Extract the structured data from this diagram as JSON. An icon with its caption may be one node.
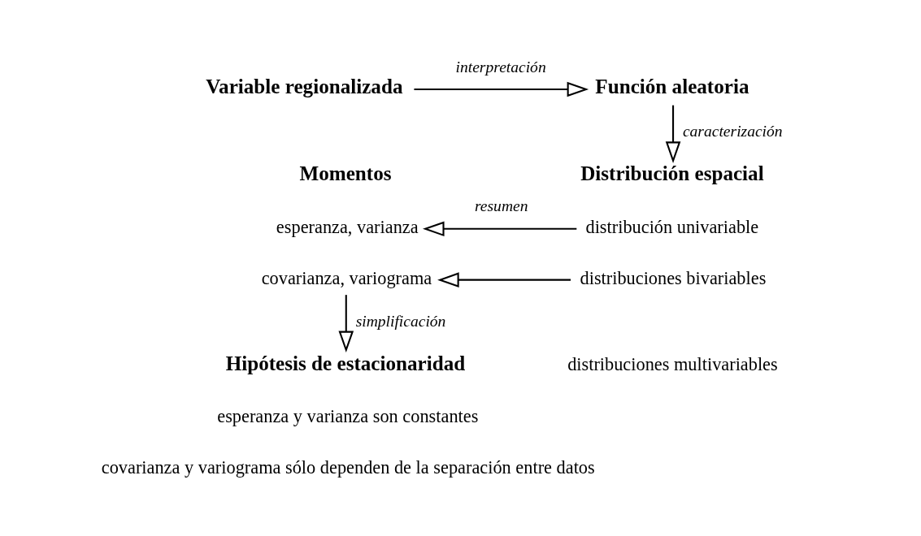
{
  "diagram": {
    "nodes": [
      {
        "text": [
          "Variable regionalizada"
        ]
      },
      {
        "text": [
          "Función aleatoria"
        ]
      },
      {
        "text": [
          "Momentos"
        ]
      },
      {
        "text": [
          "esperanza, varianza"
        ]
      },
      {
        "text": [
          "covarianza, variograma"
        ]
      },
      {
        "text": [
          "Distribución espacial"
        ]
      },
      {
        "text": [
          "distribución univariable"
        ]
      },
      {
        "text": [
          "distribuciones bivariables"
        ]
      },
      {
        "text": [
          "distribuciones multivariables"
        ]
      },
      {
        "text": [
          "Hipótesis de estacionaridad"
        ]
      },
      {
        "text": [
          "esperanza y varianza son constantes"
        ]
      },
      {
        "text": [
          "covarianza y variograma sólo dependen de la separación entre datos"
        ]
      }
    ],
    "edges": [
      {
        "from": 0,
        "to": 1,
        "arrow": "to",
        "label": "interpretación"
      },
      {
        "from": 1,
        "to": 5,
        "arrow": "to",
        "label": "caracterización"
      },
      {
        "from": 6,
        "to": 3,
        "arrow": "to",
        "label": "resumen"
      },
      {
        "from": 7,
        "to": 4,
        "arrow": "to"
      },
      {
        "from": 4,
        "to": 9,
        "arrow": "to",
        "label": "simplificación"
      }
    ]
  }
}
